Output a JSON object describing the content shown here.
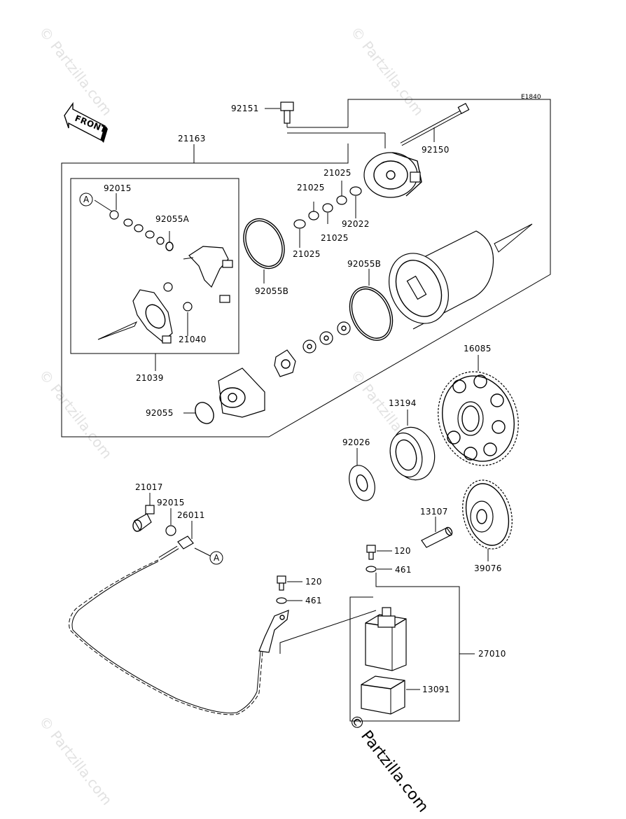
{
  "diagram_code": "E1840",
  "front_label": "FRONT",
  "callout_ref": "A",
  "watermark": "© Partzilla.com",
  "parts": {
    "p92151": "92151",
    "p92150": "92150",
    "p21163": "21163",
    "p92015_top": "92015",
    "p92055A": "92055A",
    "p21025_a": "21025",
    "p21025_b": "21025",
    "p21025_c": "21025",
    "p21025_d": "21025",
    "p92022": "92022",
    "p92055B_left": "92055B",
    "p92055B_right": "92055B",
    "p21040": "21040",
    "p21039": "21039",
    "p92055": "92055",
    "p16085": "16085",
    "p13194": "13194",
    "p92026": "92026",
    "p21017": "21017",
    "p92015_bottom": "92015",
    "p26011": "26011",
    "p13107": "13107",
    "p39076": "39076",
    "p120_a": "120",
    "p461_a": "461",
    "p120_b": "120",
    "p461_b": "461",
    "p27010": "27010",
    "p13091": "13091"
  }
}
